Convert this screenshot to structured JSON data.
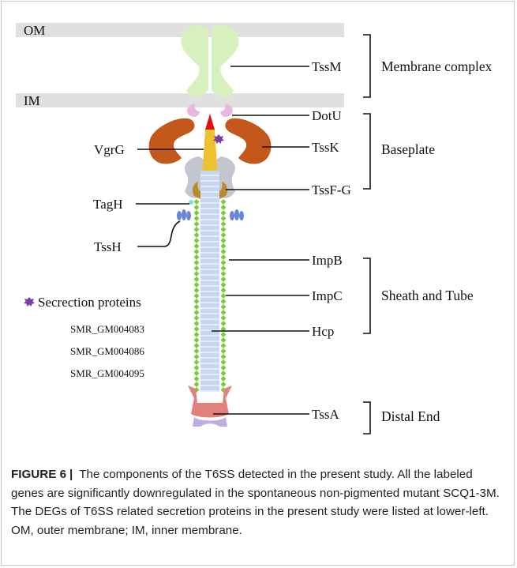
{
  "membranes": {
    "outer": "OM",
    "inner": "IM"
  },
  "components": {
    "tssm": "TssM",
    "dotu": "DotU",
    "vgrg": "VgrG",
    "tssk": "TssK",
    "tagh": "TagH",
    "tssfg": "TssF-G",
    "tssh": "TssH",
    "impb": "ImpB",
    "impc": "ImpC",
    "hcp": "Hcp",
    "tssa": "TssA"
  },
  "groups": {
    "membrane_complex": "Membrane complex",
    "baseplate": "Baseplate",
    "sheath_tube": "Sheath and Tube",
    "distal_end": "Distal End"
  },
  "legend": {
    "title": "Secrection proteins",
    "items": [
      "SMR_GM004083",
      "SMR_GM004086",
      "SMR_GM004095"
    ]
  },
  "caption": {
    "figure_label": "FIGURE 6",
    "separator": "|",
    "text": "The components of the T6SS detected in the present study. All the labeled genes are significantly downregulated in the spontaneous non-pigmented mutant SCQ1-3M. The DEGs of T6SS related secretion proteins in the present study were listed at lower-left. OM, outer membrane; IM, inner membrane."
  },
  "colors": {
    "membrane": "#e0e0e0",
    "tssm": "#d6f0be",
    "dotu": "#e9b6e0",
    "tssk": "#c4581b",
    "vgrg_tip": "#e21010",
    "vgrg_body": "#eec133",
    "tssfg": "#b98a2c",
    "baseplate_gray": "#c4c6cf",
    "tube": "#c7d7f0",
    "sheath": "#7ccb3e",
    "tssh": "#6a84dc",
    "tssa": "#e2807e",
    "cap": "#bdb0e0",
    "secretion_protein": "#7a3da0"
  }
}
